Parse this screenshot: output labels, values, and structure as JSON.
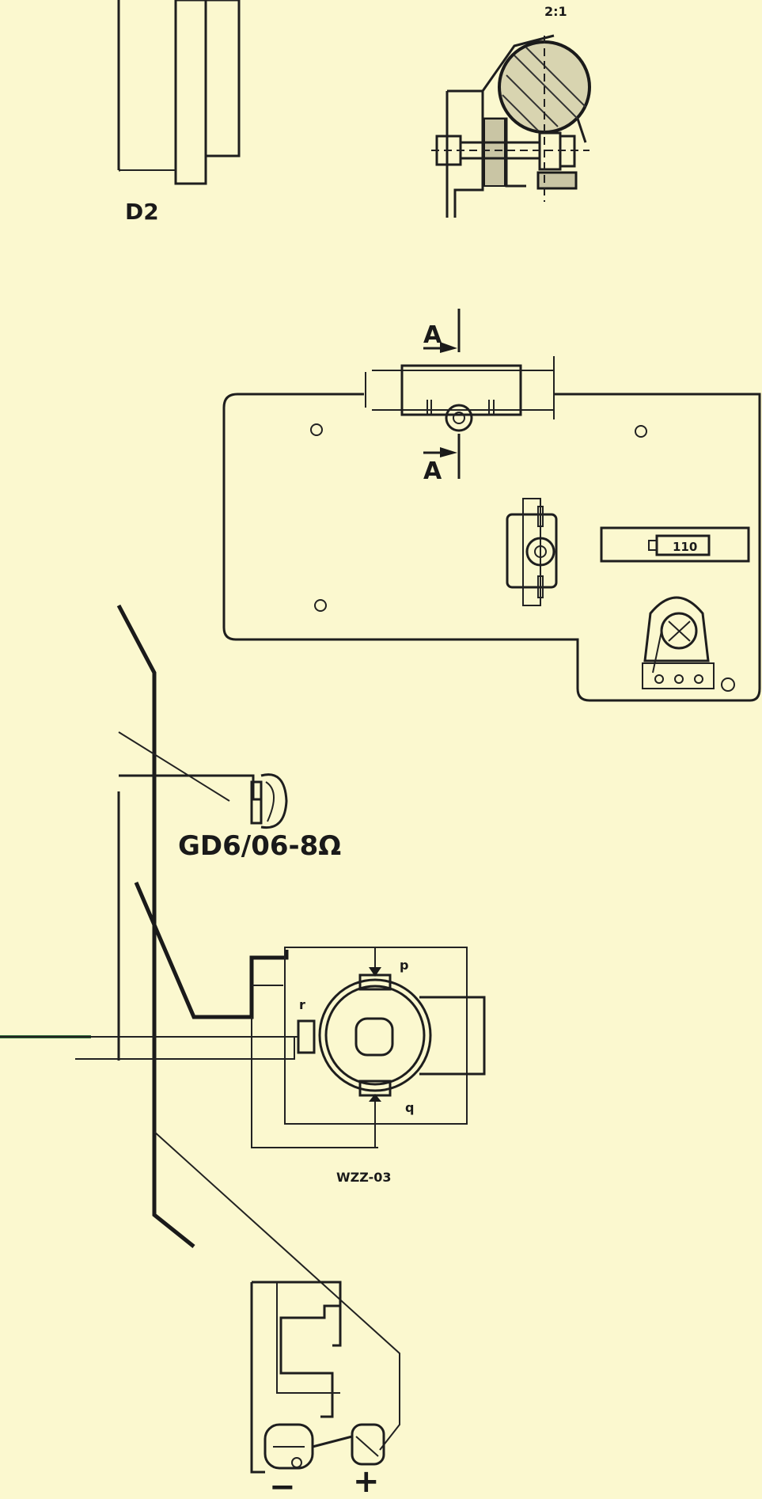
{
  "labels": {
    "scale": "2:1",
    "detail_id": "D2",
    "section_top": "A",
    "section_bottom": "A",
    "plate_label": "110",
    "sensor_label": "GD6/06-8Ω",
    "component_label": "WZZ-03",
    "pin_p": "p",
    "pin_r": "r",
    "pin_q": "q",
    "minus": "−",
    "plus": "+"
  },
  "colors": {
    "paper": "#fbf8cf",
    "ink": "#1a1a1a",
    "wire_green": "#2f6b3a"
  }
}
